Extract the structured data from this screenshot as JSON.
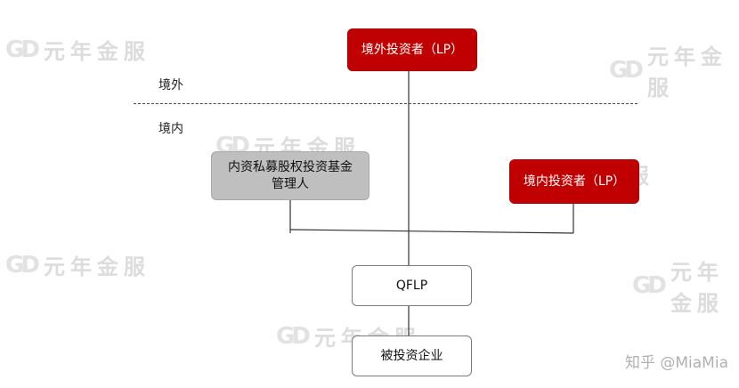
{
  "watermark": {
    "logo": "GD",
    "text": "元年金服"
  },
  "regions": {
    "overseas_label": "境外",
    "domestic_label": "境内"
  },
  "nodes": {
    "foreign_investor": "境外投资者（LP）",
    "domestic_pe_manager": "内资私募股权投资基金\n管理人",
    "domestic_investor": "境内投资者（LP）",
    "qflp": "QFLP",
    "investee": "被投资企业"
  },
  "credit": "知乎 @MiaMia",
  "colors": {
    "red_node": "#c00000",
    "grey_node": "#bfbfbf",
    "line": "#333333",
    "watermark": "#dcdcdc"
  }
}
